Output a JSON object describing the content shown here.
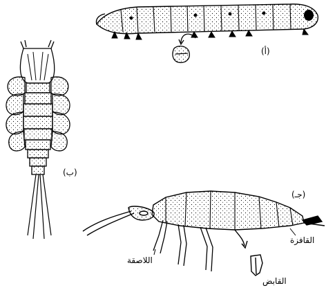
{
  "figure": {
    "panel_labels": {
      "a": "(أ)",
      "b": "(ب)",
      "c": "(جـ)"
    },
    "part_labels": {
      "jumper": "القافزة",
      "adhesive": "اللاصقة",
      "grasper": "القابض"
    }
  }
}
